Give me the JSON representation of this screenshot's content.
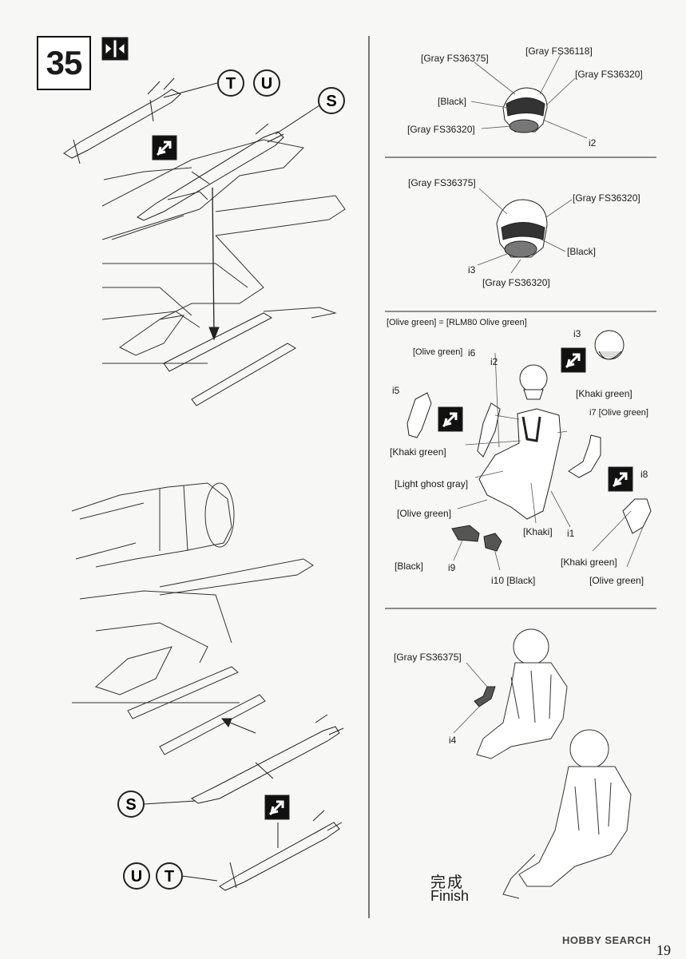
{
  "step": {
    "number": "35"
  },
  "parts": {
    "t": "T",
    "u": "U",
    "s": "S"
  },
  "colors": {
    "gray_36375": "[Gray FS36375]",
    "gray_36118": "[Gray FS36118]",
    "gray_36320": "[Gray FS36320]",
    "black": "[Black]",
    "olive_note": "[Olive green] = [RLM80 Olive green]",
    "olive": "[Olive green]",
    "khaki_green": "[Khaki green]",
    "light_ghost_gray": "[Light ghost gray]",
    "khaki": "[Khaki]",
    "black_i10": "i10 [Black]",
    "i7_olive": "i7 [Olive green]"
  },
  "part_ids": {
    "i1": "i1",
    "i2": "i2",
    "i3": "i3",
    "i4": "i4",
    "i5": "i5",
    "i6": "i6",
    "i8": "i8",
    "i9": "i9"
  },
  "finish": {
    "jp": "完成",
    "en": "Finish"
  },
  "page_number": "19",
  "watermark": "HOBBY SEARCH",
  "icons": [
    "attach-arrow-icon",
    "both-sides-icon",
    "missile-t",
    "missile-u",
    "missile-s"
  ]
}
